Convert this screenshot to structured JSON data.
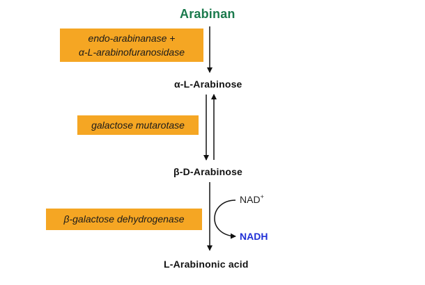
{
  "pathway": {
    "start": "Arabinan",
    "intermediate_1": "α-L-Arabinose",
    "intermediate_2": "β-D-Arabinose",
    "product": "L-Arabinonic acid"
  },
  "enzymes": {
    "step1_line1": "endo-arabinanase +",
    "step1_line2": "α-L-arabinofuranosidase",
    "step2": "galactose mutarotase",
    "step3": "β-galactose dehydrogenase"
  },
  "cofactors": {
    "in": "NAD",
    "in_sup": "+",
    "out": "NADH"
  },
  "colors": {
    "enzyme_box": "#f5a623",
    "start_text": "#1a7a4c",
    "nadh_text": "#1f2fd6"
  }
}
